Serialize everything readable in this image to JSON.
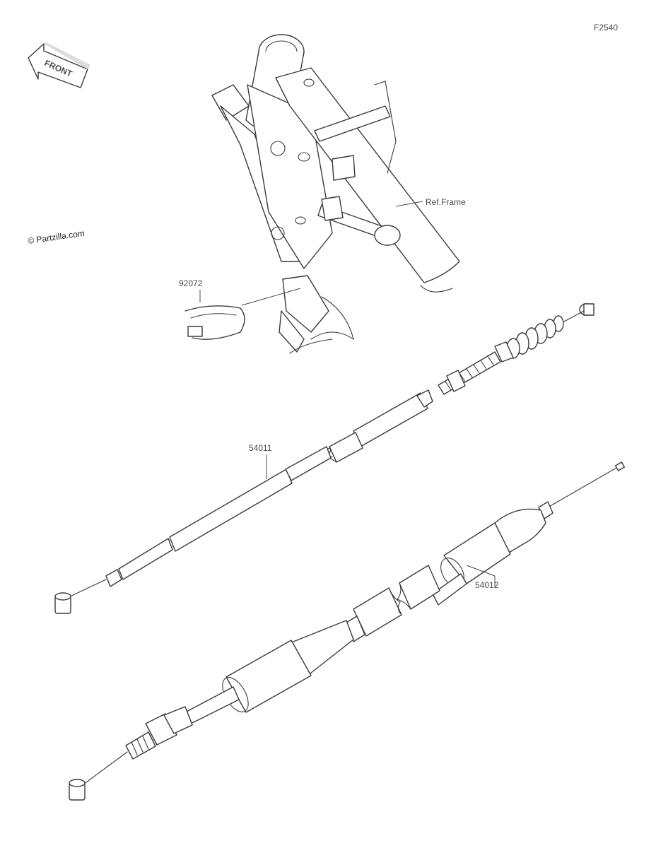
{
  "figure_code": "F2540",
  "watermark": "© Partzilla.com",
  "front_indicator": "FRONT",
  "frame_reference": "Ref.Frame",
  "parts": [
    {
      "number": "92072"
    },
    {
      "number": "54011"
    },
    {
      "number": "54012"
    }
  ]
}
